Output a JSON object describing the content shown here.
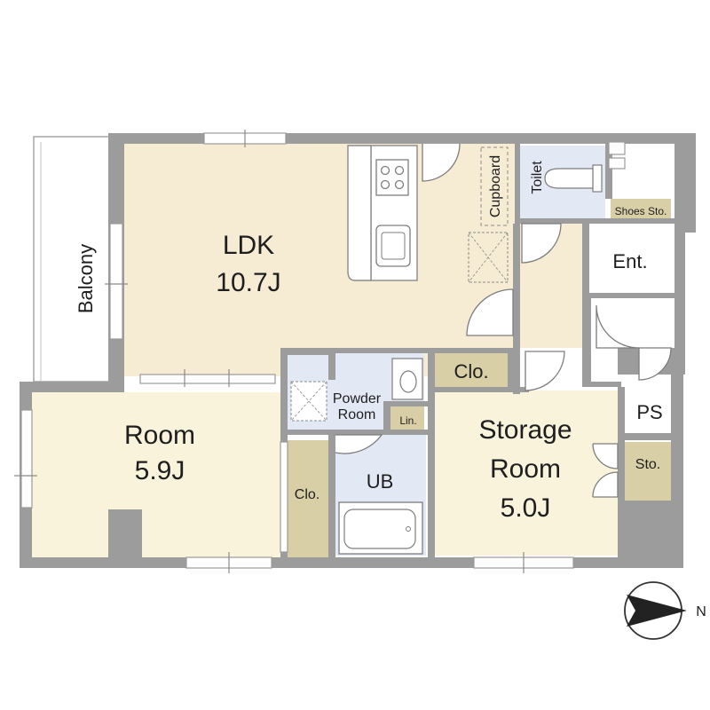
{
  "colors": {
    "ldk": "#f5ecd3",
    "room": "#f9f3dc",
    "wet": "#e3e9f4",
    "closet": "#d9cfa6",
    "wall": "#9c9c9c",
    "entrance": "#ffffff"
  },
  "rooms": {
    "ldk": {
      "name": "LDK",
      "size": "10.7J"
    },
    "room": {
      "name": "Room",
      "size": "5.9J"
    },
    "storage": {
      "name": "Storage",
      "name2": "Room",
      "size": "5.0J"
    },
    "balcony": "Balcony",
    "toilet": "Toilet",
    "cupboard": "Cupboard",
    "shoes": "Shoes Sto.",
    "entrance": "Ent.",
    "ps": "PS",
    "sto": "Sto.",
    "clo_top": "Clo.",
    "clo_left": "Clo.",
    "powder": {
      "line1": "Powder",
      "line2": "Room"
    },
    "linen": "Lin.",
    "ub": "UB"
  },
  "compass": {
    "label": "N",
    "icon": "north-arrow-icon"
  }
}
